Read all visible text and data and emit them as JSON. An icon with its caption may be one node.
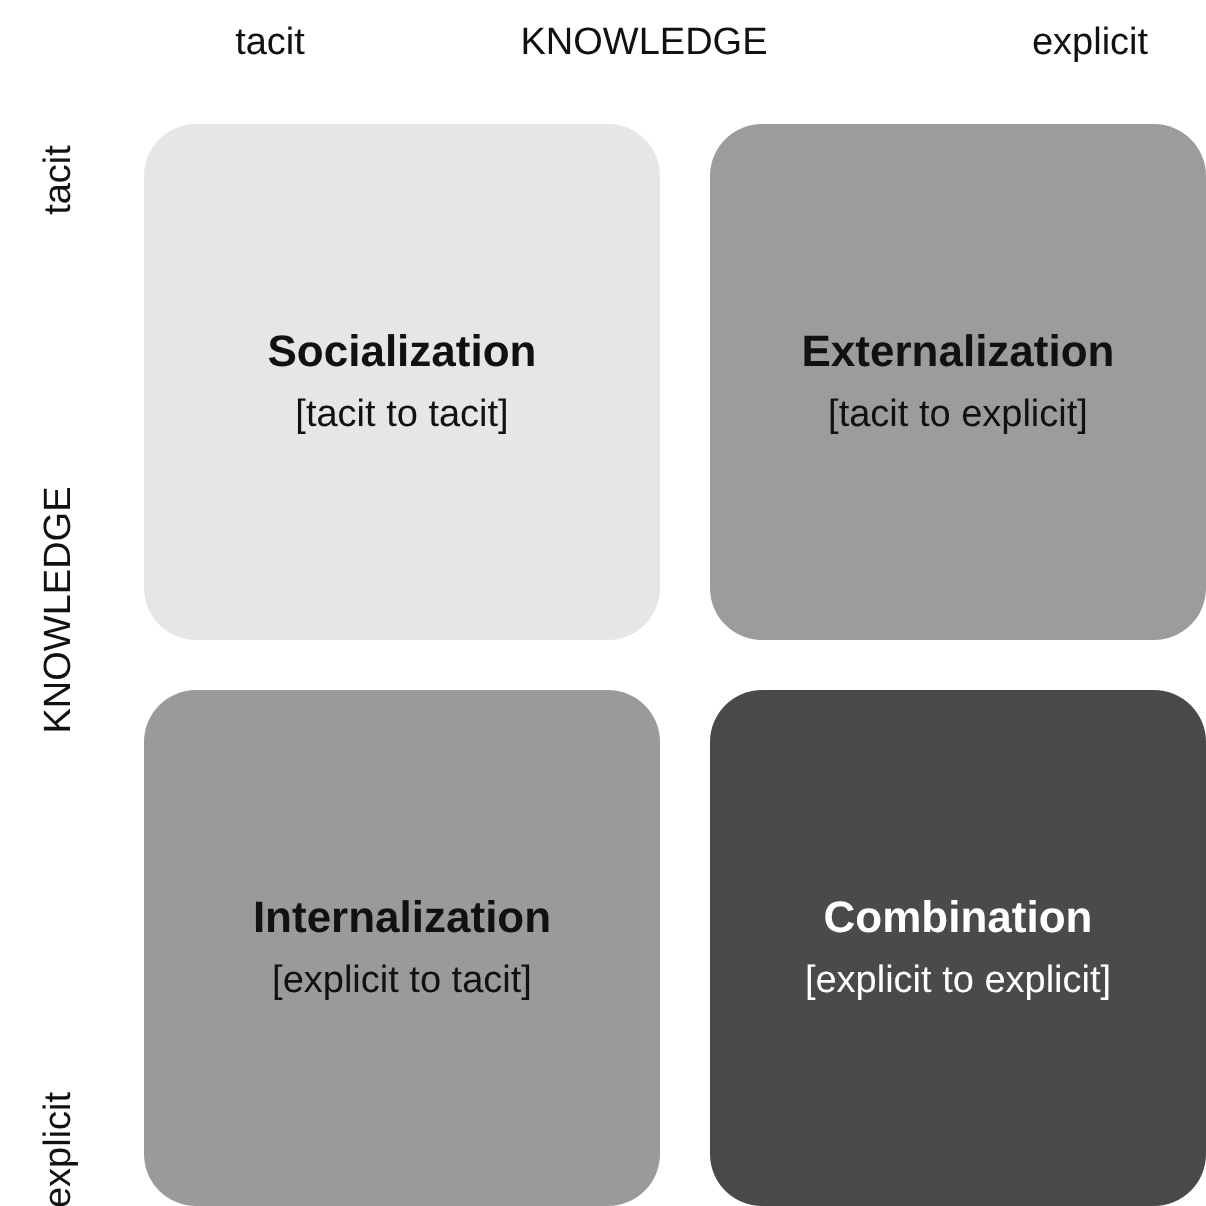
{
  "diagram": {
    "nodes": [
      {
        "text": [
          "Socialization",
          "[tacit to tacit]"
        ]
      },
      {
        "text": [
          "Externalization",
          "[tacit to explicit]"
        ]
      },
      {
        "text": [
          "Internalization",
          "[explicit to tacit]"
        ]
      },
      {
        "text": [
          "Combination",
          "[explicit to explicit]"
        ]
      }
    ],
    "labels": [
      "tacit",
      "KNOWLEDGE",
      "explicit",
      "tacit",
      "KNOWLEDGE",
      "explicit"
    ]
  }
}
